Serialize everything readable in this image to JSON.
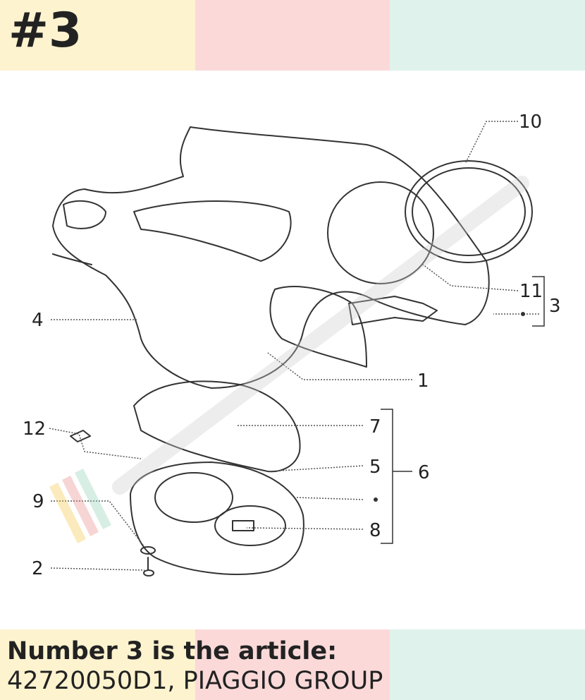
{
  "tag": "#3",
  "colors": {
    "band1": "#fdf3cf",
    "band2": "#fbd9d9",
    "band3": "#e0f2ec",
    "ink": "#222222",
    "watermark": "#d8d8d8"
  },
  "callouts": {
    "c10": "10",
    "c11": "11",
    "c3": "3",
    "c4": "4",
    "c1": "1",
    "c12": "12",
    "c7": "7",
    "c5": "5",
    "c6": "6",
    "c9": "9",
    "c8": "8",
    "c2": "2"
  },
  "caption": {
    "line1": "Number 3 is the article:",
    "line2": "42720050D1, PIAGGIO GROUP"
  }
}
